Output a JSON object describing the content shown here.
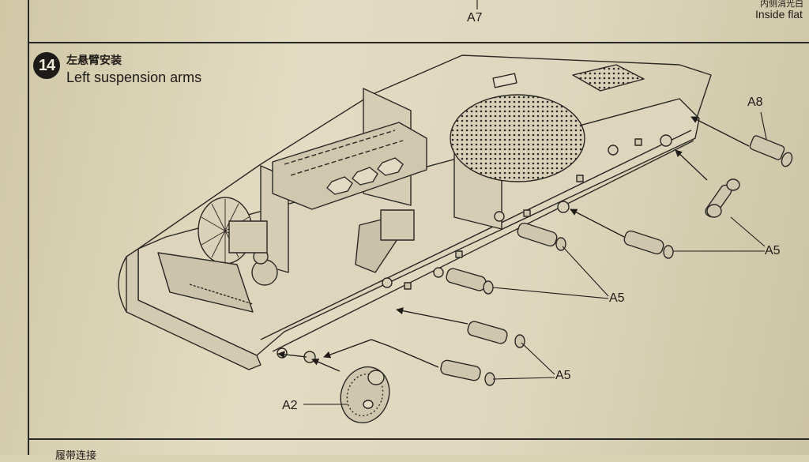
{
  "top_strip": {
    "part_label": "A7",
    "right_note_cn": "内侧消光白",
    "right_note_en": "Inside flat"
  },
  "step": {
    "number": "14",
    "title_cn": "左悬臂安装",
    "title_en": "Left suspension arms"
  },
  "callouts": {
    "a8": "A8",
    "a5_right": "A5",
    "a5_middle": "A5",
    "a5_lower": "A5",
    "a2": "A2"
  },
  "bottom_strip": {
    "next_title_cn": "履带连接"
  },
  "colors": {
    "paper": "#ddd7bd",
    "ink": "#1e1c18",
    "part_fill": "#cfc6ae"
  }
}
